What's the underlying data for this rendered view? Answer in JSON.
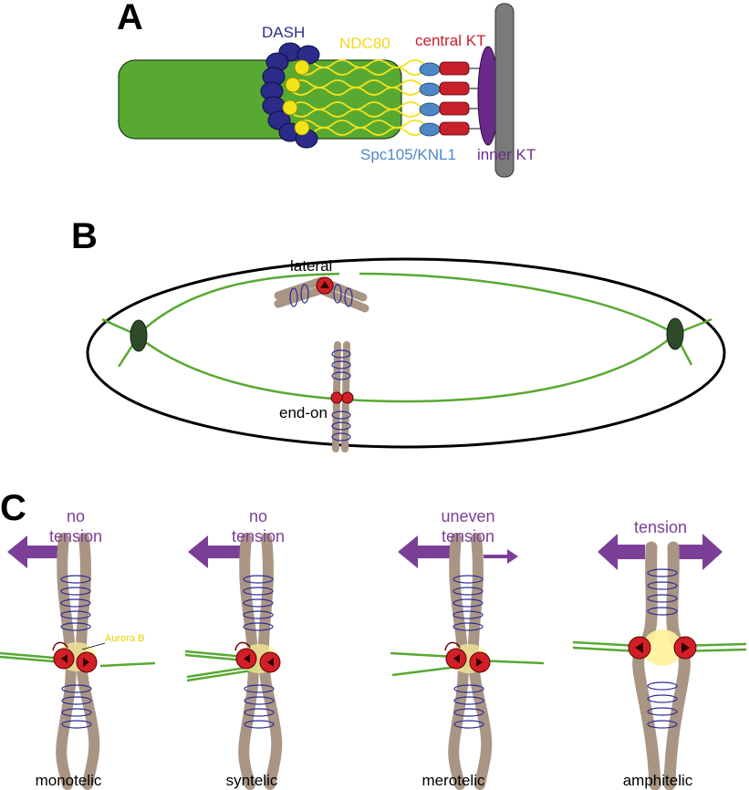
{
  "panels": {
    "a": "A",
    "b": "B",
    "c": "C"
  },
  "panel_a": {
    "dash": "DASH",
    "ndc80": "NDC80",
    "central_kt": "central KT",
    "spc105": "Spc105/KNL1",
    "inner_kt": "inner KT",
    "colors": {
      "microtubule": "#58a932",
      "dash": "#2b2b8a",
      "ndc80": "#f2e21a",
      "central_kt": "#c8202b",
      "spc105": "#4e87c6",
      "inner_kt": "#6a2a8a",
      "chromatin": "#7a7a7a"
    }
  },
  "panel_b": {
    "lateral": "lateral",
    "end_on": "end-on"
  },
  "panel_c": {
    "aurora": "Aurora B",
    "items": [
      {
        "tension_line1": "no",
        "tension_line2": "tension",
        "caption": "monotelic"
      },
      {
        "tension_line1": "no",
        "tension_line2": "tension",
        "caption": "syntelic"
      },
      {
        "tension_line1": "uneven",
        "tension_line2": "tension",
        "caption": "merotelic"
      },
      {
        "tension_line1": "tension",
        "tension_line2": "",
        "caption": "amphitelic"
      }
    ],
    "colors": {
      "arrow": "#7b3f98",
      "chromatid": "#a99583",
      "coil": "#2a2a9a",
      "kinetochore": "#d21f26",
      "aurora": "#fff39a"
    }
  }
}
